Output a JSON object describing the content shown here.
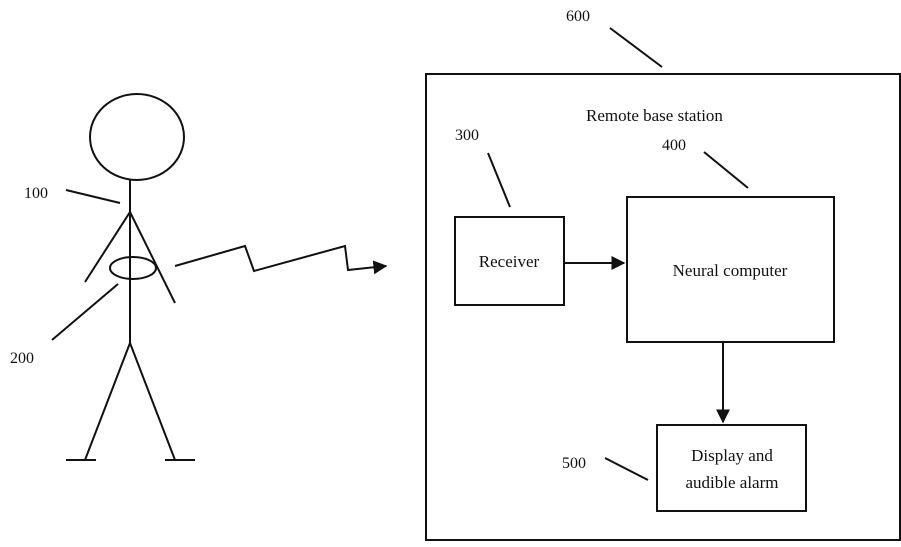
{
  "station": {
    "ref": "600",
    "title": "Remote base station"
  },
  "person": {
    "ref": "100"
  },
  "sensor": {
    "ref": "200"
  },
  "receiver": {
    "ref": "300",
    "label": "Receiver"
  },
  "computer": {
    "ref": "400",
    "label": "Neural computer"
  },
  "display": {
    "ref": "500",
    "line1": "Display and",
    "line2": "audible alarm"
  }
}
